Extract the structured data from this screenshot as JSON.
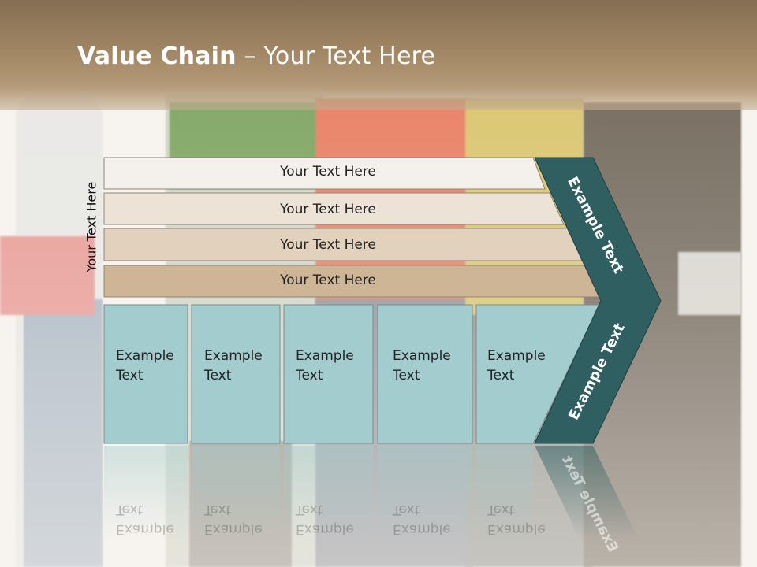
{
  "title": {
    "bold": "Value Chain",
    "rest": " – Your Text Here"
  },
  "side_label": "Your Text Here",
  "bars": [
    {
      "label": "Your Text Here"
    },
    {
      "label": "Your Text Here"
    },
    {
      "label": "Your Text Here"
    },
    {
      "label": "Your Text Here"
    }
  ],
  "boxes": [
    {
      "line1": "Example",
      "line2": "Text"
    },
    {
      "line1": "Example",
      "line2": "Text"
    },
    {
      "line1": "Example",
      "line2": "Text"
    },
    {
      "line1": "Example",
      "line2": "Text"
    },
    {
      "line1": "Example",
      "line2": "Text"
    }
  ],
  "chevron": {
    "upper": "Example Text",
    "lower": "Example Text"
  },
  "colors": {
    "bar1": "#f4f0eb",
    "bar2": "#ece2d6",
    "bar3": "#e2d1bc",
    "bar4": "#cdb596",
    "box": "#a2cccd",
    "chevron": "#2f5f60",
    "header": "#9f8462"
  }
}
